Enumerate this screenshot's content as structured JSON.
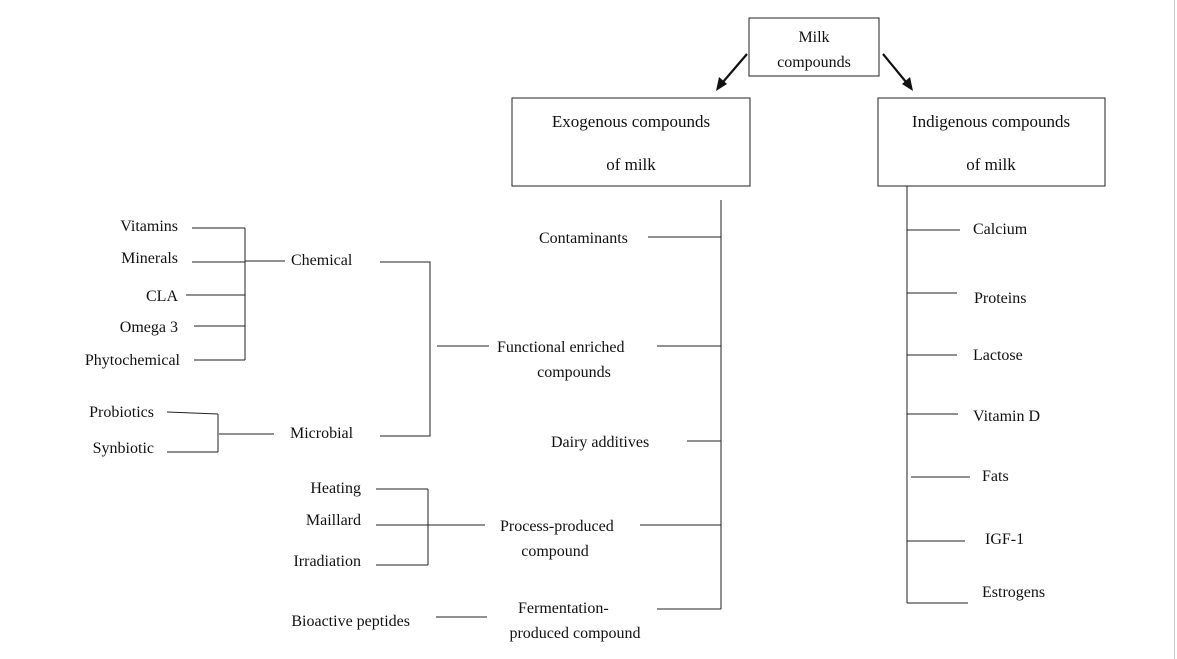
{
  "root": {
    "line1": "Milk",
    "line2": "compounds"
  },
  "exogenous": {
    "line1": "Exogenous compounds",
    "line2": "of milk"
  },
  "indigenous": {
    "line1": "Indigenous compounds",
    "line2": "of milk"
  },
  "exogenous_categories": {
    "contaminants": "Contaminants",
    "functional_line1": "Functional enriched",
    "functional_line2": "compounds",
    "dairy_additives": "Dairy additives",
    "process_line1": "Process-produced",
    "process_line2": "compound",
    "fermentation_line1": "Fermentation-",
    "fermentation_line2": "produced compound"
  },
  "functional_groups": {
    "chemical": "Chemical",
    "microbial": "Microbial"
  },
  "chemical_items": [
    "Vitamins",
    "Minerals",
    "CLA",
    "Omega 3",
    "Phytochemical"
  ],
  "microbial_items": [
    "Probiotics",
    "Synbiotic"
  ],
  "process_items": [
    "Heating",
    "Maillard",
    "Irradiation"
  ],
  "fermentation_items": [
    "Bioactive peptides"
  ],
  "indigenous_items": [
    "Calcium",
    "Proteins",
    "Lactose",
    "Vitamin D",
    "Fats",
    "IGF-1",
    "Estrogens"
  ]
}
